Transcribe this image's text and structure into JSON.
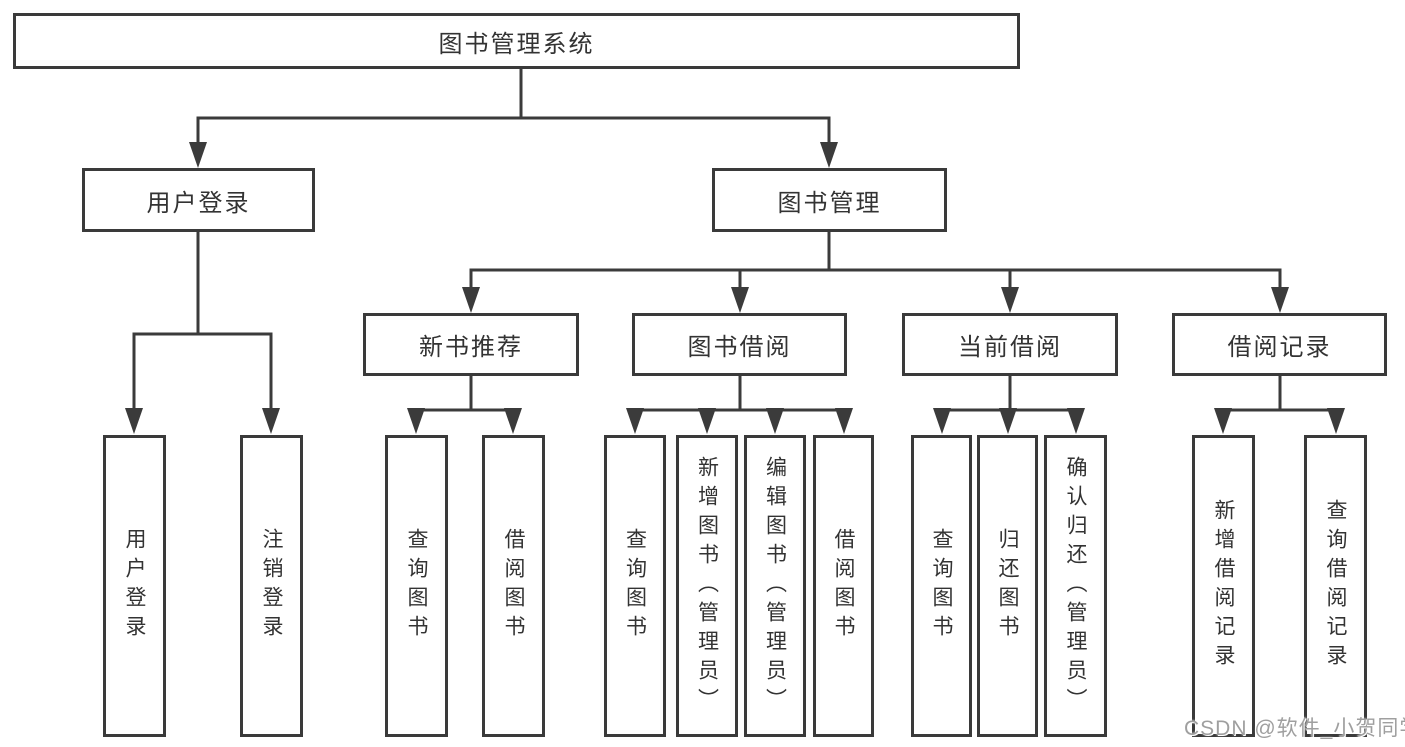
{
  "diagram": {
    "root": "图书管理系统",
    "level2": [
      "用户登录",
      "图书管理"
    ],
    "level3": [
      "新书推荐",
      "图书借阅",
      "当前借阅",
      "借阅记录"
    ],
    "leaves": [
      "用户登录",
      "注销登录",
      "查询图书",
      "借阅图书",
      "查询图书",
      "新增图书（管理员）",
      "编辑图书（管理员）",
      "借阅图书",
      "查询图书",
      "归还图书",
      "确认归还（管理员）",
      "新增借阅记录",
      "查询借阅记录"
    ],
    "colors": {
      "line": "#3b3b3b",
      "box_border": "#3a3a3a",
      "text": "#333333",
      "watermark": "#9f9f9f",
      "background": "#ffffff"
    },
    "watermark": "CSDN @软件_小贺同学"
  }
}
